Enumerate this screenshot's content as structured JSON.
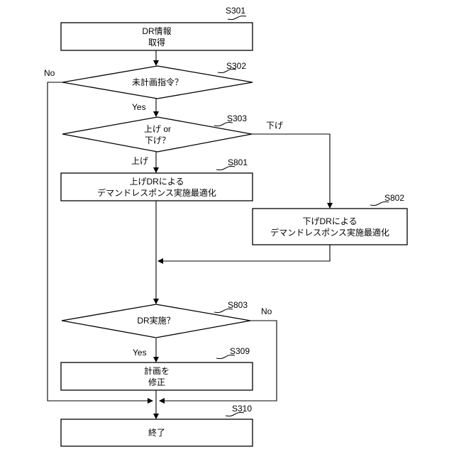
{
  "colors": {
    "stroke": "#000000",
    "background": "#ffffff"
  },
  "nodes": {
    "s301": {
      "id": "S301",
      "lines": [
        "DR情報",
        "取得"
      ]
    },
    "s302": {
      "id": "S302",
      "lines": [
        "未計画指令？"
      ]
    },
    "s303": {
      "id": "S303",
      "lines": [
        "上げ or",
        "下げ？"
      ]
    },
    "s801": {
      "id": "S801",
      "lines": [
        "上げDRによる",
        "デマンドレスポンス実施最適化"
      ]
    },
    "s802": {
      "id": "S802",
      "lines": [
        "下げDRによる",
        "デマンドレスポンス実施最適化"
      ]
    },
    "s803": {
      "id": "S803",
      "lines": [
        "DR実施？"
      ]
    },
    "s309": {
      "id": "S309",
      "lines": [
        "計画を",
        "修正"
      ]
    },
    "s310": {
      "id": "S310",
      "lines": [
        "終了"
      ]
    }
  },
  "edge_labels": {
    "s302_no": "No",
    "s302_yes": "Yes",
    "s303_up": "上げ",
    "s303_down": "下げ",
    "s803_no": "No",
    "s803_yes": "Yes"
  }
}
